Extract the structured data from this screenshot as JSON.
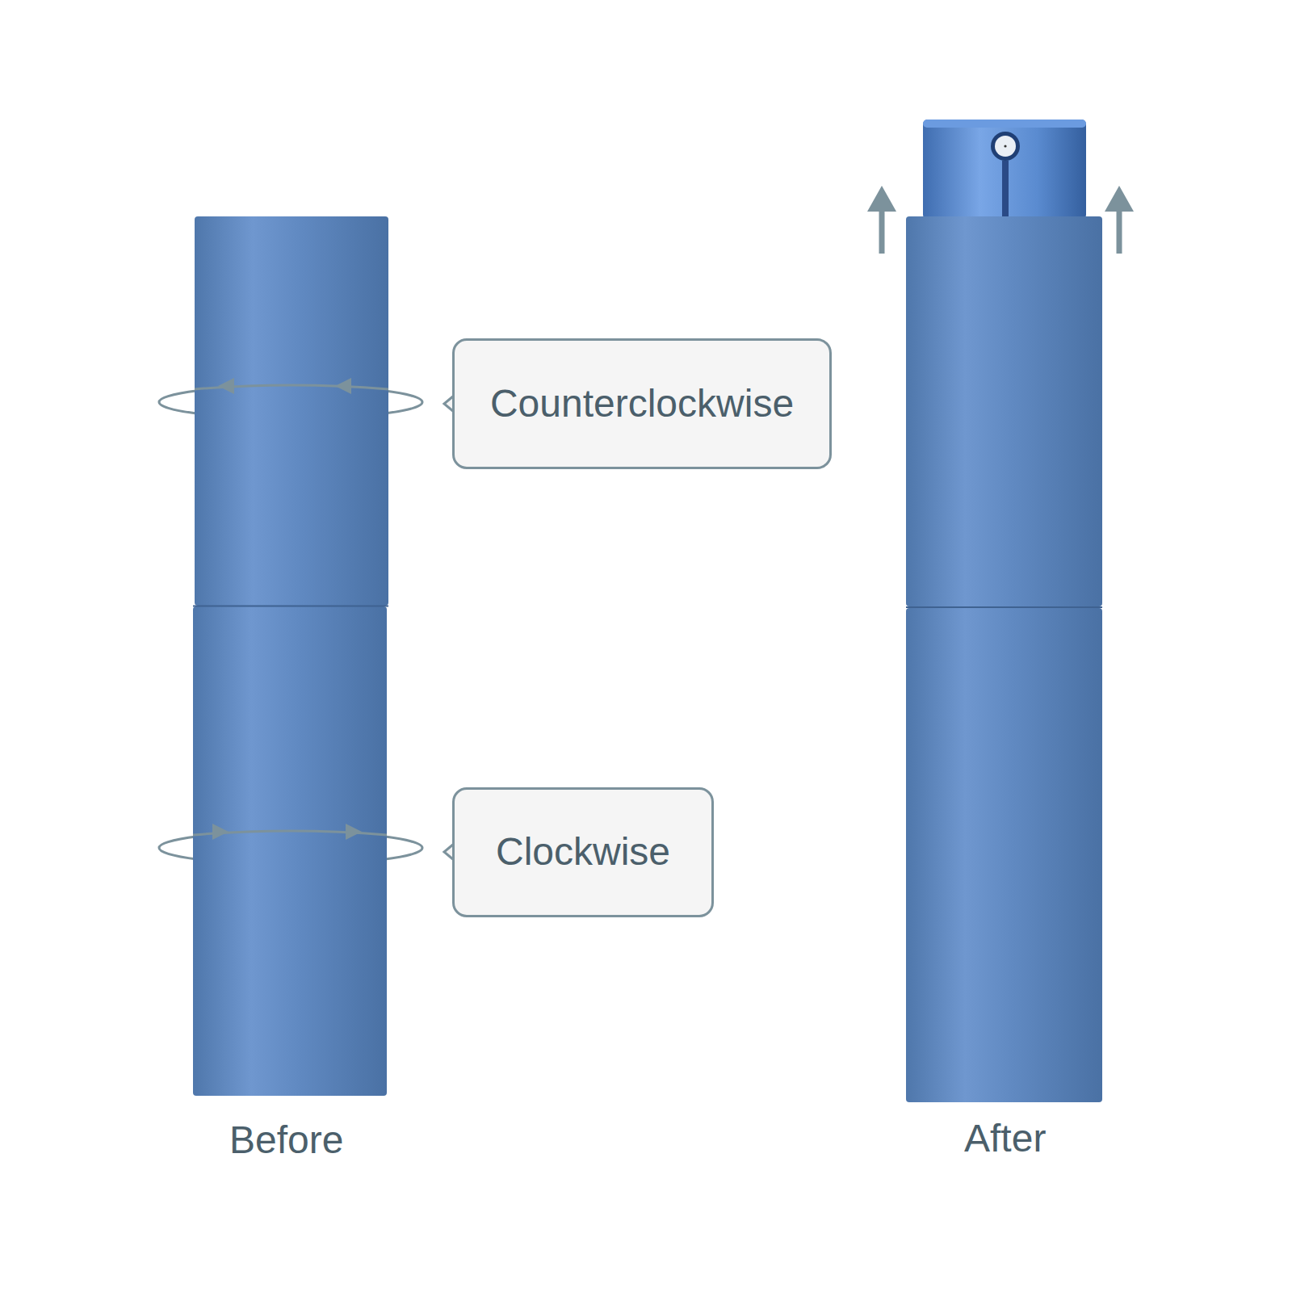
{
  "diagram": {
    "nodes": [
      {
        "text": [
          "Counterclockwise"
        ]
      },
      {
        "text": [
          "Clockwise"
        ]
      }
    ],
    "labels": [
      "Before",
      "After"
    ]
  }
}
